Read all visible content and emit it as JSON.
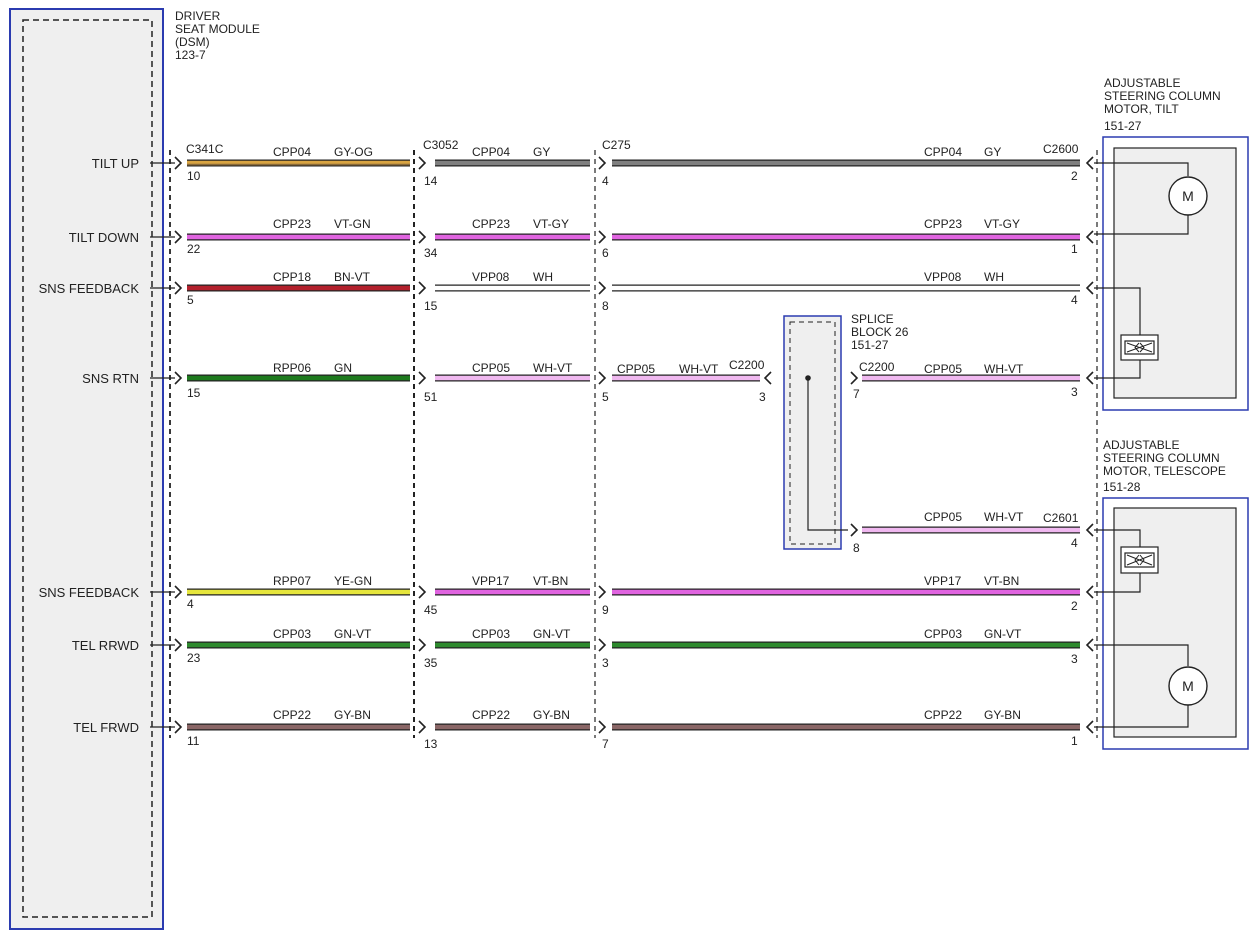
{
  "module": {
    "title_lines": [
      "DRIVER",
      "SEAT MODULE",
      "(DSM)",
      "123-7"
    ]
  },
  "tilt_motor": {
    "title_lines": [
      "ADJUSTABLE",
      "STEERING COLUMN",
      "MOTOR, TILT",
      "151-27"
    ]
  },
  "telescope_motor": {
    "title_lines": [
      "ADJUSTABLE",
      "STEERING COLUMN",
      "MOTOR, TELESCOPE",
      "151-28"
    ]
  },
  "splice_block": {
    "title_lines": [
      "SPLICE",
      "BLOCK 26",
      "151-27"
    ]
  },
  "motor_symbol_label": "M",
  "pin_labels": [
    "TILT UP",
    "TILT DOWN",
    "SNS FEEDBACK",
    "SNS RTN",
    "SNS FEEDBACK",
    "TEL RRWD",
    "TEL FRWD"
  ],
  "connectors": {
    "dsm": "C341C",
    "inline_1": "C3052",
    "inline_2": "C275",
    "splice_in": "C2200",
    "splice_out": "C2200",
    "tilt_motor": "C2600",
    "tel_motor": "C2601"
  },
  "wires": [
    {
      "segments": [
        {
          "circuit": "CPP04",
          "color_code": "GY-OG",
          "pin": "10"
        },
        {
          "circuit": "CPP04",
          "color_code": "GY",
          "pin": "14"
        },
        {
          "circuit": "CPP04",
          "color_code": "GY",
          "pin": "4",
          "end_pin": "2"
        }
      ]
    },
    {
      "segments": [
        {
          "circuit": "CPP23",
          "color_code": "VT-GN",
          "pin": "22"
        },
        {
          "circuit": "CPP23",
          "color_code": "VT-GY",
          "pin": "34"
        },
        {
          "circuit": "CPP23",
          "color_code": "VT-GY",
          "pin": "6",
          "end_pin": "1"
        }
      ]
    },
    {
      "segments": [
        {
          "circuit": "CPP18",
          "color_code": "BN-VT",
          "pin": "5"
        },
        {
          "circuit": "VPP08",
          "color_code": "WH",
          "pin": "15"
        },
        {
          "circuit": "VPP08",
          "color_code": "WH",
          "pin": "8",
          "end_pin": "4"
        }
      ]
    },
    {
      "segments": [
        {
          "circuit": "RPP06",
          "color_code": "GN",
          "pin": "15"
        },
        {
          "circuit": "CPP05",
          "color_code": "WH-VT",
          "pin": "51"
        },
        {
          "circuit": "CPP05",
          "color_code": "WH-VT",
          "pin": "5",
          "end_pin": "3"
        },
        {
          "circuit": "CPP05",
          "color_code": "WH-VT",
          "pin": "7",
          "end_pin": "3"
        }
      ]
    },
    {
      "segments": [
        {
          "circuit": "CPP05",
          "color_code": "WH-VT",
          "pin": "8",
          "end_pin": "4"
        }
      ]
    },
    {
      "segments": [
        {
          "circuit": "RPP07",
          "color_code": "YE-GN",
          "pin": "4"
        },
        {
          "circuit": "VPP17",
          "color_code": "VT-BN",
          "pin": "45"
        },
        {
          "circuit": "VPP17",
          "color_code": "VT-BN",
          "pin": "9",
          "end_pin": "2"
        }
      ]
    },
    {
      "segments": [
        {
          "circuit": "CPP03",
          "color_code": "GN-VT",
          "pin": "23"
        },
        {
          "circuit": "CPP03",
          "color_code": "GN-VT",
          "pin": "35"
        },
        {
          "circuit": "CPP03",
          "color_code": "GN-VT",
          "pin": "3",
          "end_pin": "3"
        }
      ]
    },
    {
      "segments": [
        {
          "circuit": "CPP22",
          "color_code": "GY-BN",
          "pin": "11"
        },
        {
          "circuit": "CPP22",
          "color_code": "GY-BN",
          "pin": "13"
        },
        {
          "circuit": "CPP22",
          "color_code": "GY-BN",
          "pin": "7",
          "end_pin": "1"
        }
      ]
    }
  ],
  "wire_colors": {
    "GY-OG": [
      "#d9a441",
      "#8a6a3a"
    ],
    "GY": [
      "#7f7f7f",
      "#7f7f7f"
    ],
    "VT-GN": [
      "#e064e0",
      "#e064e0"
    ],
    "VT-GY": [
      "#e064e0",
      "#e064e0"
    ],
    "BN-VT": [
      "#b3202c",
      "#b3202c"
    ],
    "WH": [
      "#ffffff",
      "#ffffff"
    ],
    "GN": [
      "#1e7a1e",
      "#1e7a1e"
    ],
    "WH-VT": [
      "#f0b8f0",
      "#f0b8f0"
    ],
    "YE-GN": [
      "#e6e63c",
      "#e6e63c"
    ],
    "VT-BN": [
      "#e064e0",
      "#e064e0"
    ],
    "GN-VT": [
      "#2e8a2e",
      "#2e8a2e"
    ],
    "GY-BN": [
      "#8a6666",
      "#8a6666"
    ]
  },
  "colors": {
    "module_border": "#2b3bb0",
    "component_fill": "#efefef",
    "outline": "#222222"
  }
}
